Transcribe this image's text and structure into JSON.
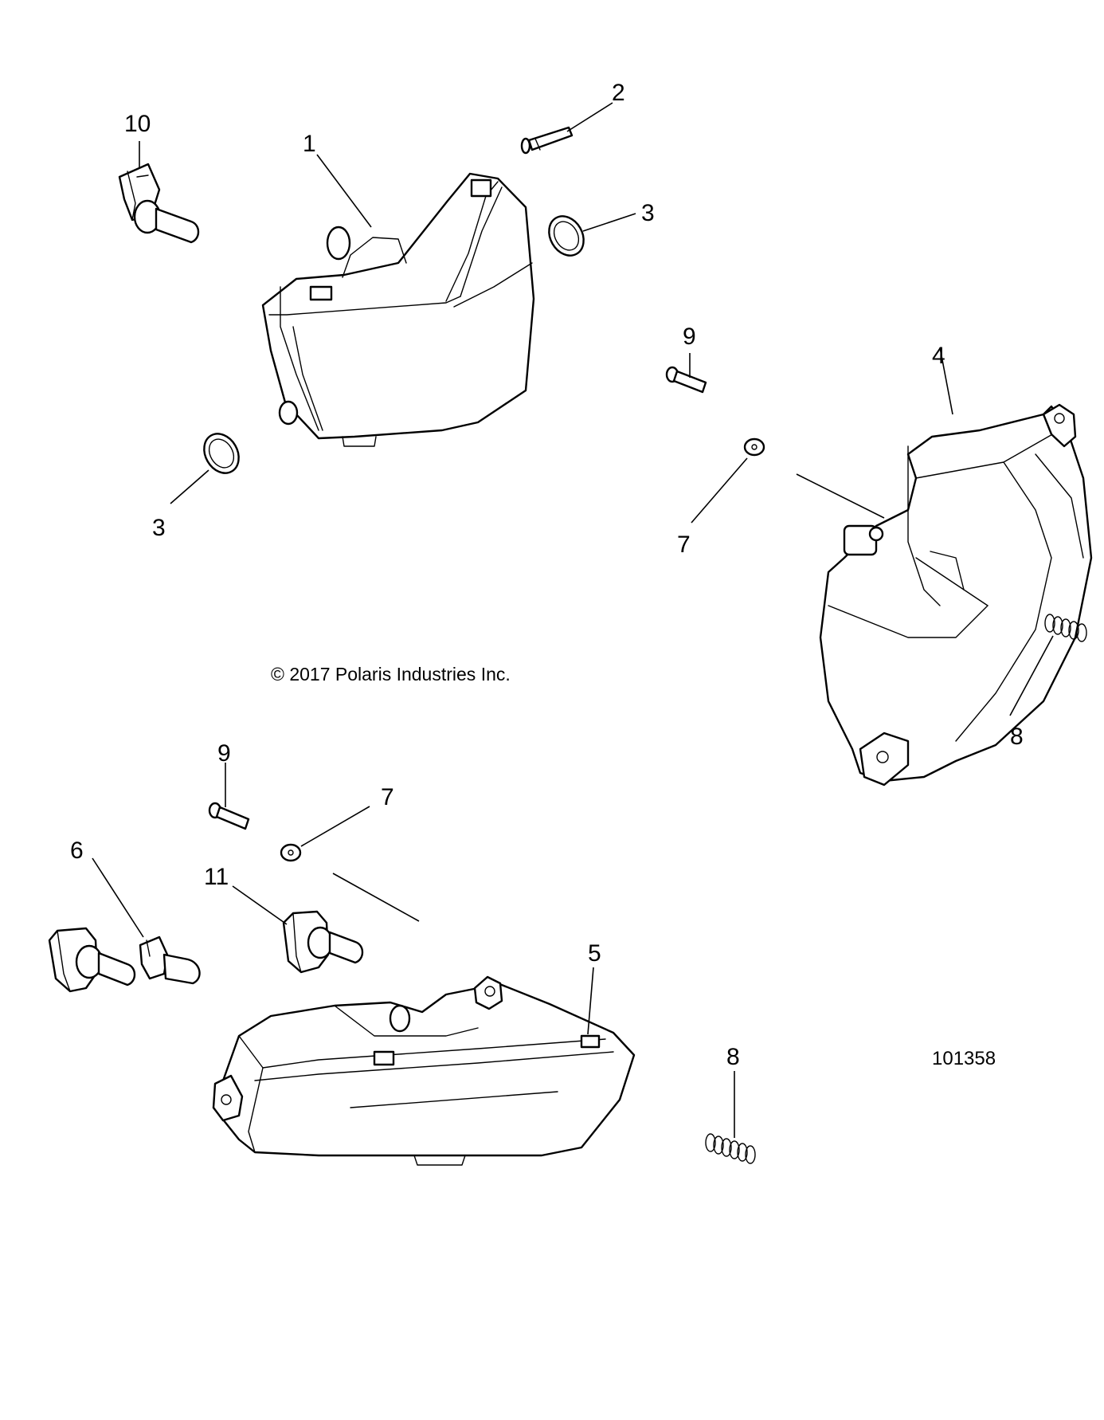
{
  "diagram": {
    "copyright": "© 2017 Polaris Industries Inc.",
    "drawing_number": "101358",
    "callouts": {
      "c1": "1",
      "c2": "2",
      "c3a": "3",
      "c3b": "3",
      "c4": "4",
      "c5": "5",
      "c6": "6",
      "c7a": "7",
      "c7b": "7",
      "c8a": "8",
      "c8b": "8",
      "c9a": "9",
      "c9b": "9",
      "c10": "10",
      "c11": "11"
    }
  }
}
